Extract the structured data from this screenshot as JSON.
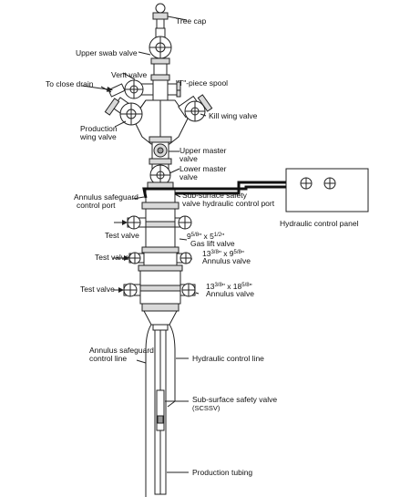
{
  "labels": {
    "tree_cap": "Tree cap",
    "upper_swab_valve": "Upper swab valve",
    "vent_valve": "Vent valve",
    "t_piece_spool": "\"T\"-piece spool",
    "to_close_drain": "To close drain",
    "production_wing_valve_1": "Production",
    "production_wing_valve_2": "wing valve",
    "kill_wing_valve": "Kill wing valve",
    "upper_master_valve_1": "Upper master",
    "upper_master_valve_2": "valve",
    "lower_master_valve_1": "Lower master",
    "lower_master_valve_2": "valve",
    "annulus_safeguard_port_1": "Annulus safeguard",
    "annulus_safeguard_port_2": "control port",
    "sssv_hydraulic_port_1": "Sub-surface safety",
    "sssv_hydraulic_port_2": "valve hydraulic control port",
    "hydraulic_control_panel": "Hydraulic control panel",
    "test_valve_1": "Test valve",
    "test_valve_2": "Test valve",
    "test_valve_3": "Test valve",
    "gas_lift_size_a": "9",
    "gas_lift_size_a_sup": "5/8",
    "gas_lift_size_b": "\" x 5",
    "gas_lift_size_b_sup": "1/2",
    "gas_lift_size_c": "\"",
    "gas_lift_valve": "Gas lift valve",
    "annulus_size_1a": "13",
    "annulus_size_1a_sup": "3/8",
    "annulus_size_1b": "\" x 9",
    "annulus_size_1b_sup": "5/8",
    "annulus_size_1c": "\"",
    "annulus_valve_1": "Annulus valve",
    "annulus_size_2a": "13",
    "annulus_size_2a_sup": "3/8",
    "annulus_size_2b": "\" x 18",
    "annulus_size_2b_sup": "5/8",
    "annulus_size_2c": "\"",
    "annulus_valve_2": "Annulus valve",
    "annulus_safeguard_line_1": "Annulus safeguard",
    "annulus_safeguard_line_2": "control line",
    "hydraulic_control_line": "Hydraulic control line",
    "scssv_1": "Sub-surface safety valve",
    "scssv_2": "(SCSSV)",
    "production_tubing": "Production tubing"
  }
}
